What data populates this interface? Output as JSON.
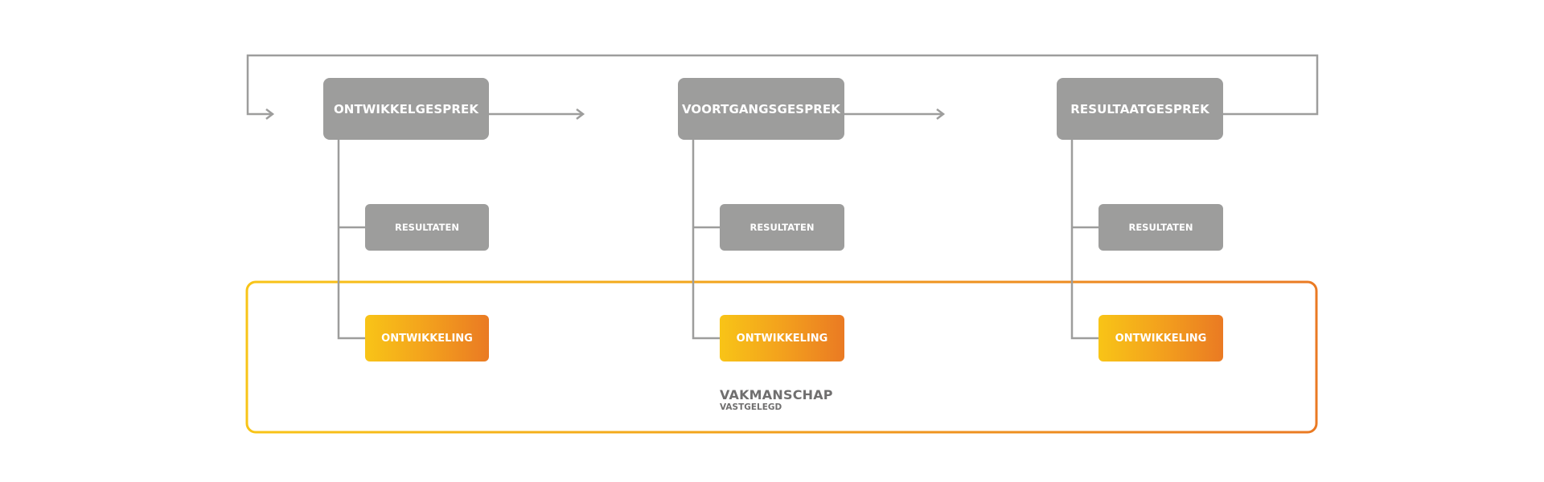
{
  "colors": {
    "box_gray": "#9d9d9c",
    "line_gray": "#9d9d9c",
    "text_gray": "#706f6f",
    "gradient_start": "#f8c417",
    "gradient_end": "#ea7a23"
  },
  "stages": [
    {
      "label": "ONTWIKKELGESPREK",
      "result_label": "RESULTATEN",
      "development_label": "ONTWIKKELING"
    },
    {
      "label": "VOORTGANGSGESPREK",
      "result_label": "RESULTATEN",
      "development_label": "ONTWIKKELING"
    },
    {
      "label": "RESULTAATGESPREK",
      "result_label": "RESULTATEN",
      "development_label": "ONTWIKKELING"
    }
  ],
  "frame": {
    "title": "VAKMANSCHAP",
    "subtitle": "VASTGELEGD"
  }
}
